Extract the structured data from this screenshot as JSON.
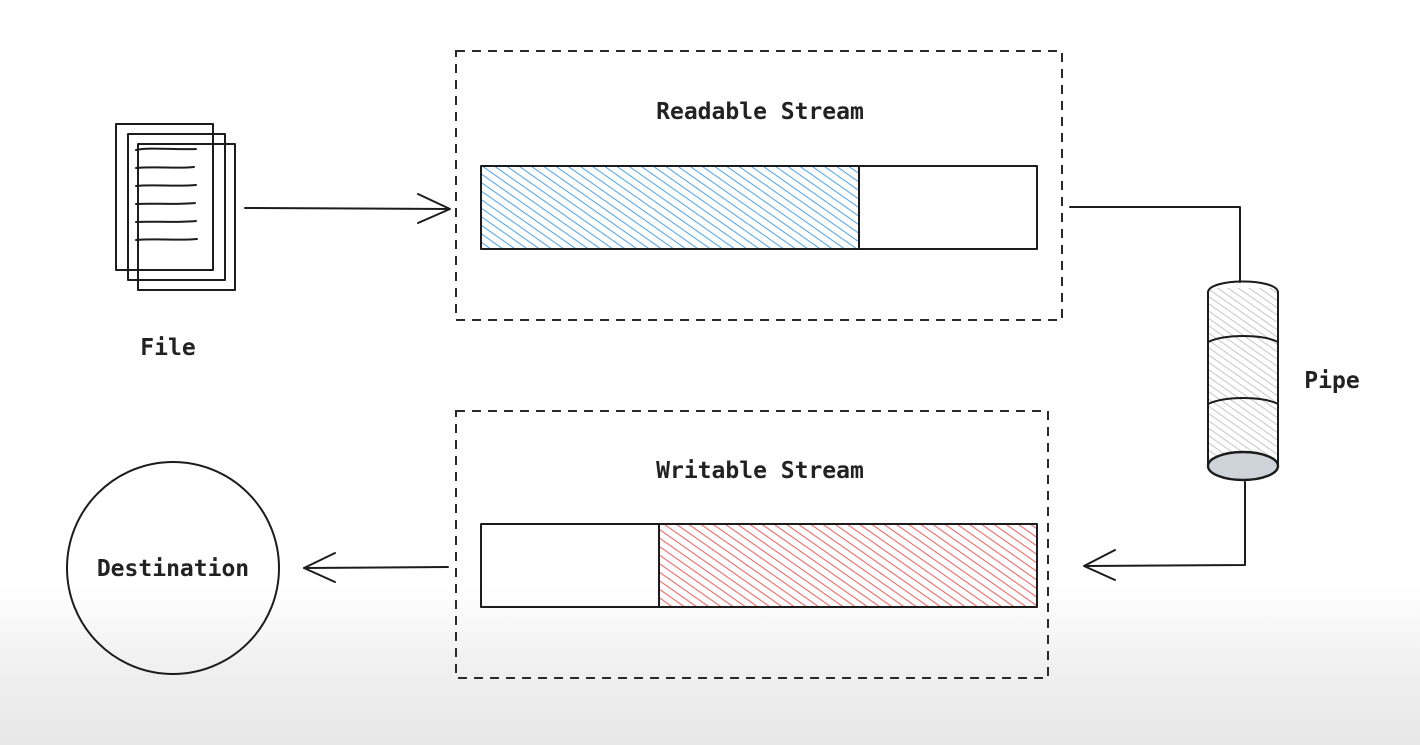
{
  "labels": {
    "file": "File",
    "readable_stream": "Readable Stream",
    "writable_stream": "Writable Stream",
    "pipe": "Pipe",
    "destination": "Destination"
  },
  "readable_buffer": {
    "fill_fraction": 0.68,
    "fill_color": "#5aa9e6"
  },
  "writable_buffer": {
    "fill_fraction": 0.68,
    "fill_color": "#e86b6b"
  },
  "icons": {
    "file": "document-stack-icon",
    "pipe": "pipe-cylinder-icon",
    "destination": "destination-circle"
  },
  "colors": {
    "stroke": "#1c1c1c",
    "pipe_hatch": "#b8b8b8",
    "pipe_end": "#cfd3da"
  }
}
